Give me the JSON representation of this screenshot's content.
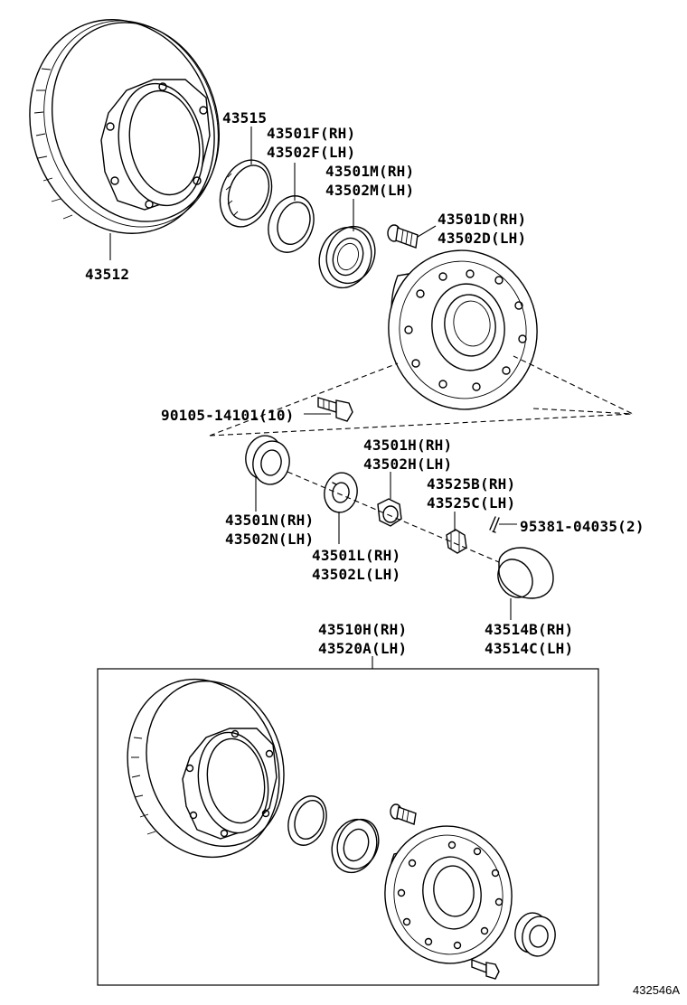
{
  "labels": {
    "l43515": "43515",
    "l43501F": "43501F(RH)",
    "l43502F": "43502F(LH)",
    "l43501M": "43501M(RH)",
    "l43502M": "43502M(LH)",
    "l43501D": "43501D(RH)",
    "l43502D": "43502D(LH)",
    "l43512": "43512",
    "l90105": "90105-14101(10)",
    "l43501H": "43501H(RH)",
    "l43502H": "43502H(LH)",
    "l43525B": "43525B(RH)",
    "l43525C": "43525C(LH)",
    "l95381": "95381-04035(2)",
    "l43501N": "43501N(RH)",
    "l43502N": "43502N(LH)",
    "l43501L": "43501L(RH)",
    "l43502L": "43502L(LH)",
    "l43514B": "43514B(RH)",
    "l43514C": "43514C(LH)",
    "l43510H": "43510H(RH)",
    "l43520A": "43520A(LH)",
    "ref": "432546A"
  }
}
